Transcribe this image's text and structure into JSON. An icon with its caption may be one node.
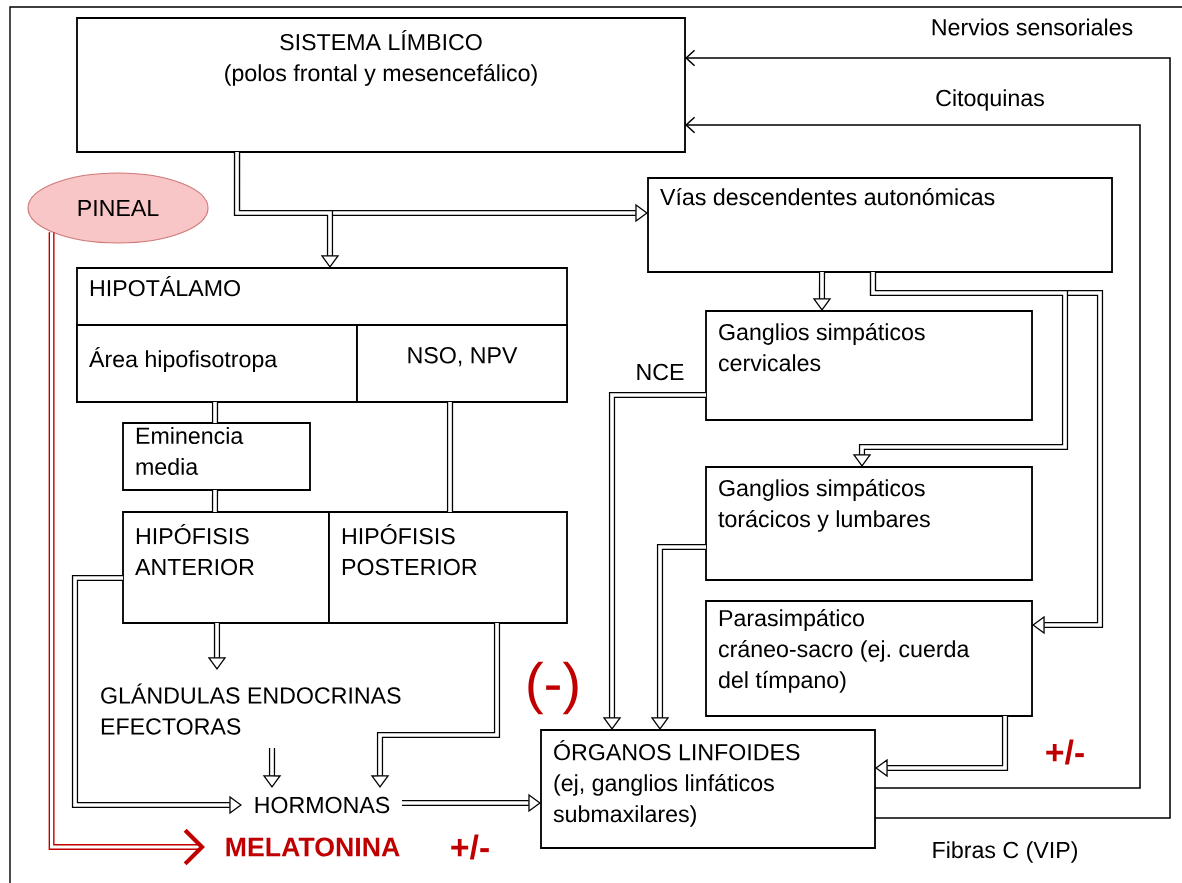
{
  "diagram": {
    "nodes": [
      {
        "text": [
          "SISTEMA LÍMBICO",
          "(polos frontal y mesencefálico)"
        ]
      },
      {
        "text": [
          "PINEAL"
        ]
      },
      {
        "text": [
          "HIPOTÁLAMO"
        ]
      },
      {
        "text": [
          "Área hipofisotropa"
        ],
        "in": 2
      },
      {
        "text": [
          "NSO, NPV"
        ],
        "in": 2
      },
      {
        "text": [
          "Eminencia media"
        ]
      },
      {
        "text": [
          "HIPÓFISIS ANTERIOR"
        ]
      },
      {
        "text": [
          "HIPÓFISIS POSTERIOR"
        ]
      },
      {
        "text": [
          "GLÁNDULAS ENDOCRINAS EFECTORAS"
        ]
      },
      {
        "text": [
          "HORMONAS"
        ]
      },
      {
        "text": [
          "MELATONINA"
        ]
      },
      {
        "text": [
          "Vías descendentes autonómicas"
        ]
      },
      {
        "text": [
          "Ganglios simpáticos cervicales"
        ]
      },
      {
        "text": [
          "Ganglios simpáticos torácicos y lumbares"
        ]
      },
      {
        "text": [
          "Parasimpático cráneo-sacro (ej. cuerda del tímpano)"
        ]
      },
      {
        "text": [
          "ÓRGANOS LINFOIDES",
          "(ej, ganglios linfáticos submaxilares)"
        ]
      }
    ],
    "edges": [
      {
        "from": 0,
        "to": 11,
        "arrow": "to"
      },
      {
        "from": 0,
        "to": 2,
        "arrow": "to"
      },
      {
        "from": 3,
        "to": 5,
        "arrow": "none"
      },
      {
        "from": 5,
        "to": 6,
        "arrow": "none"
      },
      {
        "from": 4,
        "to": 7,
        "arrow": "none"
      },
      {
        "from": 6,
        "to": 8,
        "arrow": "to"
      },
      {
        "from": 8,
        "to": 9,
        "arrow": "to"
      },
      {
        "from": 7,
        "to": 9,
        "arrow": "to"
      },
      {
        "from": 6,
        "to": 9,
        "arrow": "to"
      },
      {
        "from": 9,
        "to": 15,
        "arrow": "to"
      },
      {
        "from": 1,
        "to": 10,
        "arrow": "to",
        "color": "#c00000"
      },
      {
        "from": 11,
        "to": 12,
        "arrow": "to"
      },
      {
        "from": 11,
        "to": 14,
        "arrow": "to"
      },
      {
        "from": 11,
        "to": 13,
        "arrow": "to"
      },
      {
        "from": 12,
        "to": 15,
        "arrow": "to",
        "label": "NCE"
      },
      {
        "from": 13,
        "to": 15,
        "arrow": "to"
      },
      {
        "from": 14,
        "to": 15,
        "arrow": "to"
      },
      {
        "from": 15,
        "to": 0,
        "arrow": "to",
        "label": "Citoquinas"
      },
      {
        "from": 15,
        "to": 0,
        "arrow": "to",
        "label": "Nervios sensoriales"
      }
    ],
    "labels": [
      "(-)",
      "+/-",
      "+/-",
      "Fibras C (VIP)"
    ]
  }
}
